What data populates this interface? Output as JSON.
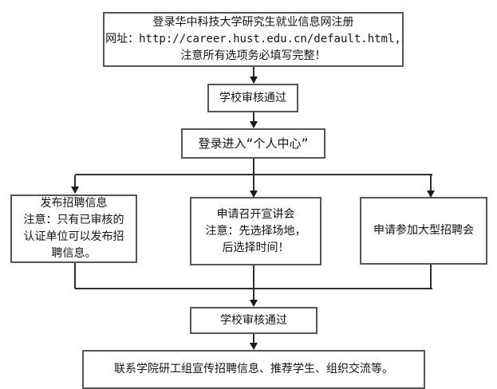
{
  "flowchart": {
    "colors": {
      "background": "#ffffff",
      "box_border": "#565656",
      "connector": "#2e2e2e",
      "text": "#141414"
    },
    "nodes": {
      "register": {
        "lines": [
          "登录华中科技大学研究生就业信息网注册",
          "网址：http://career.hust.edu.cn/default.html,",
          "注意所有选项务必填写完整！"
        ]
      },
      "review1": {
        "label": "学校审核通过"
      },
      "personal_center": {
        "label": "登录进入“个人中心”"
      },
      "publish": {
        "lines": [
          "发布招聘信息",
          "注意：只有已审核的",
          "认证单位可以发布招",
          "聘信息。"
        ]
      },
      "seminar": {
        "lines": [
          "申请召开宣讲会",
          "注意：先选择场地，",
          "后选择时间！"
        ]
      },
      "jobfair": {
        "label": "申请参加大型招聘会"
      },
      "review2": {
        "label": "学校审核通过"
      },
      "contact": {
        "label": "联系学院研工组宣传招聘信息、推荐学生、组织交流等。"
      }
    }
  }
}
